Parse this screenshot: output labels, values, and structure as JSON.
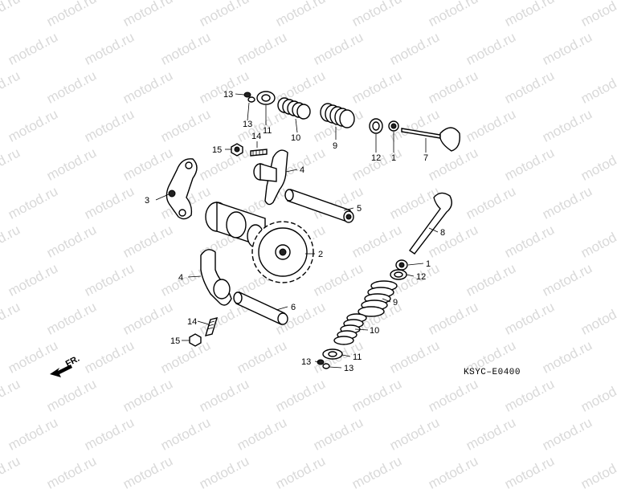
{
  "watermark": "motod.ru",
  "diagram_code": "KSYC–E0400",
  "direction_label": "FR.",
  "callouts": {
    "c1": "1",
    "c2": "2",
    "c3": "3",
    "c4": "4",
    "c5": "5",
    "c6": "6",
    "c7": "7",
    "c8": "8",
    "c9": "9",
    "c10": "10",
    "c11": "11",
    "c12": "12",
    "c13": "13",
    "c14": "14",
    "c15": "15"
  },
  "colors": {
    "line": "#000000",
    "background": "#ffffff",
    "watermark": "#d9d9d9"
  }
}
